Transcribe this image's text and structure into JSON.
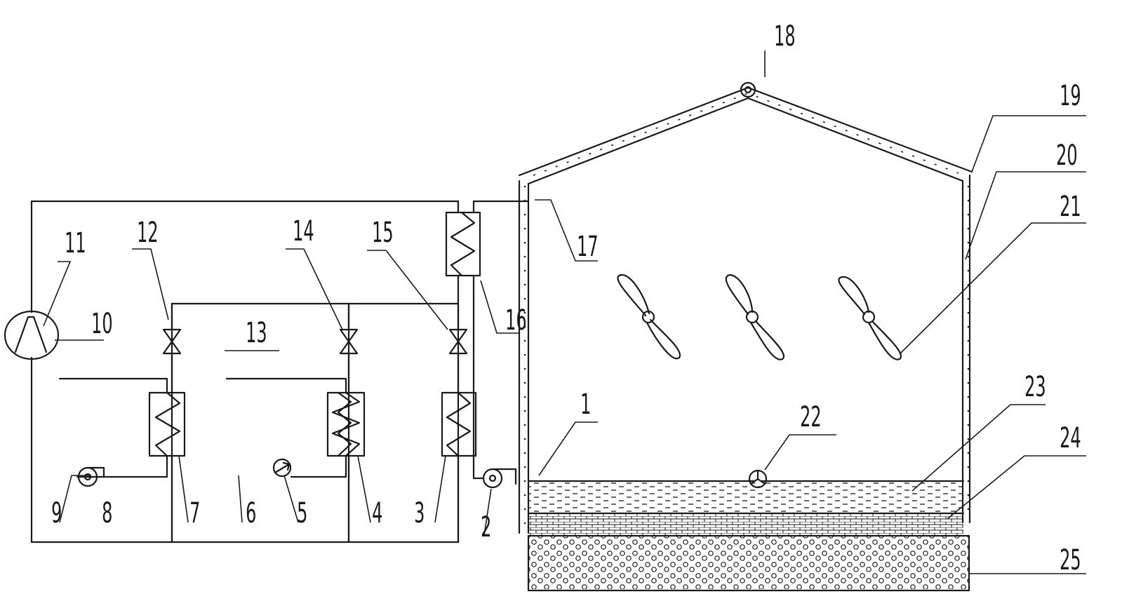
{
  "colors": {
    "ink": "#1a1a1a",
    "paper": "#ffffff"
  },
  "labels": {
    "n1": "1",
    "n2": "2",
    "n3": "3",
    "n4": "4",
    "n5": "5",
    "n6": "6",
    "n7": "7",
    "n8": "8",
    "n9": "9",
    "n10": "10",
    "n11": "11",
    "n12": "12",
    "n13": "13",
    "n14": "14",
    "n15": "15",
    "n16": "16",
    "n17": "17",
    "n18": "18",
    "n19": "19",
    "n20": "20",
    "n21": "21",
    "n22": "22",
    "n23": "23",
    "n24": "24",
    "n25": "25"
  }
}
